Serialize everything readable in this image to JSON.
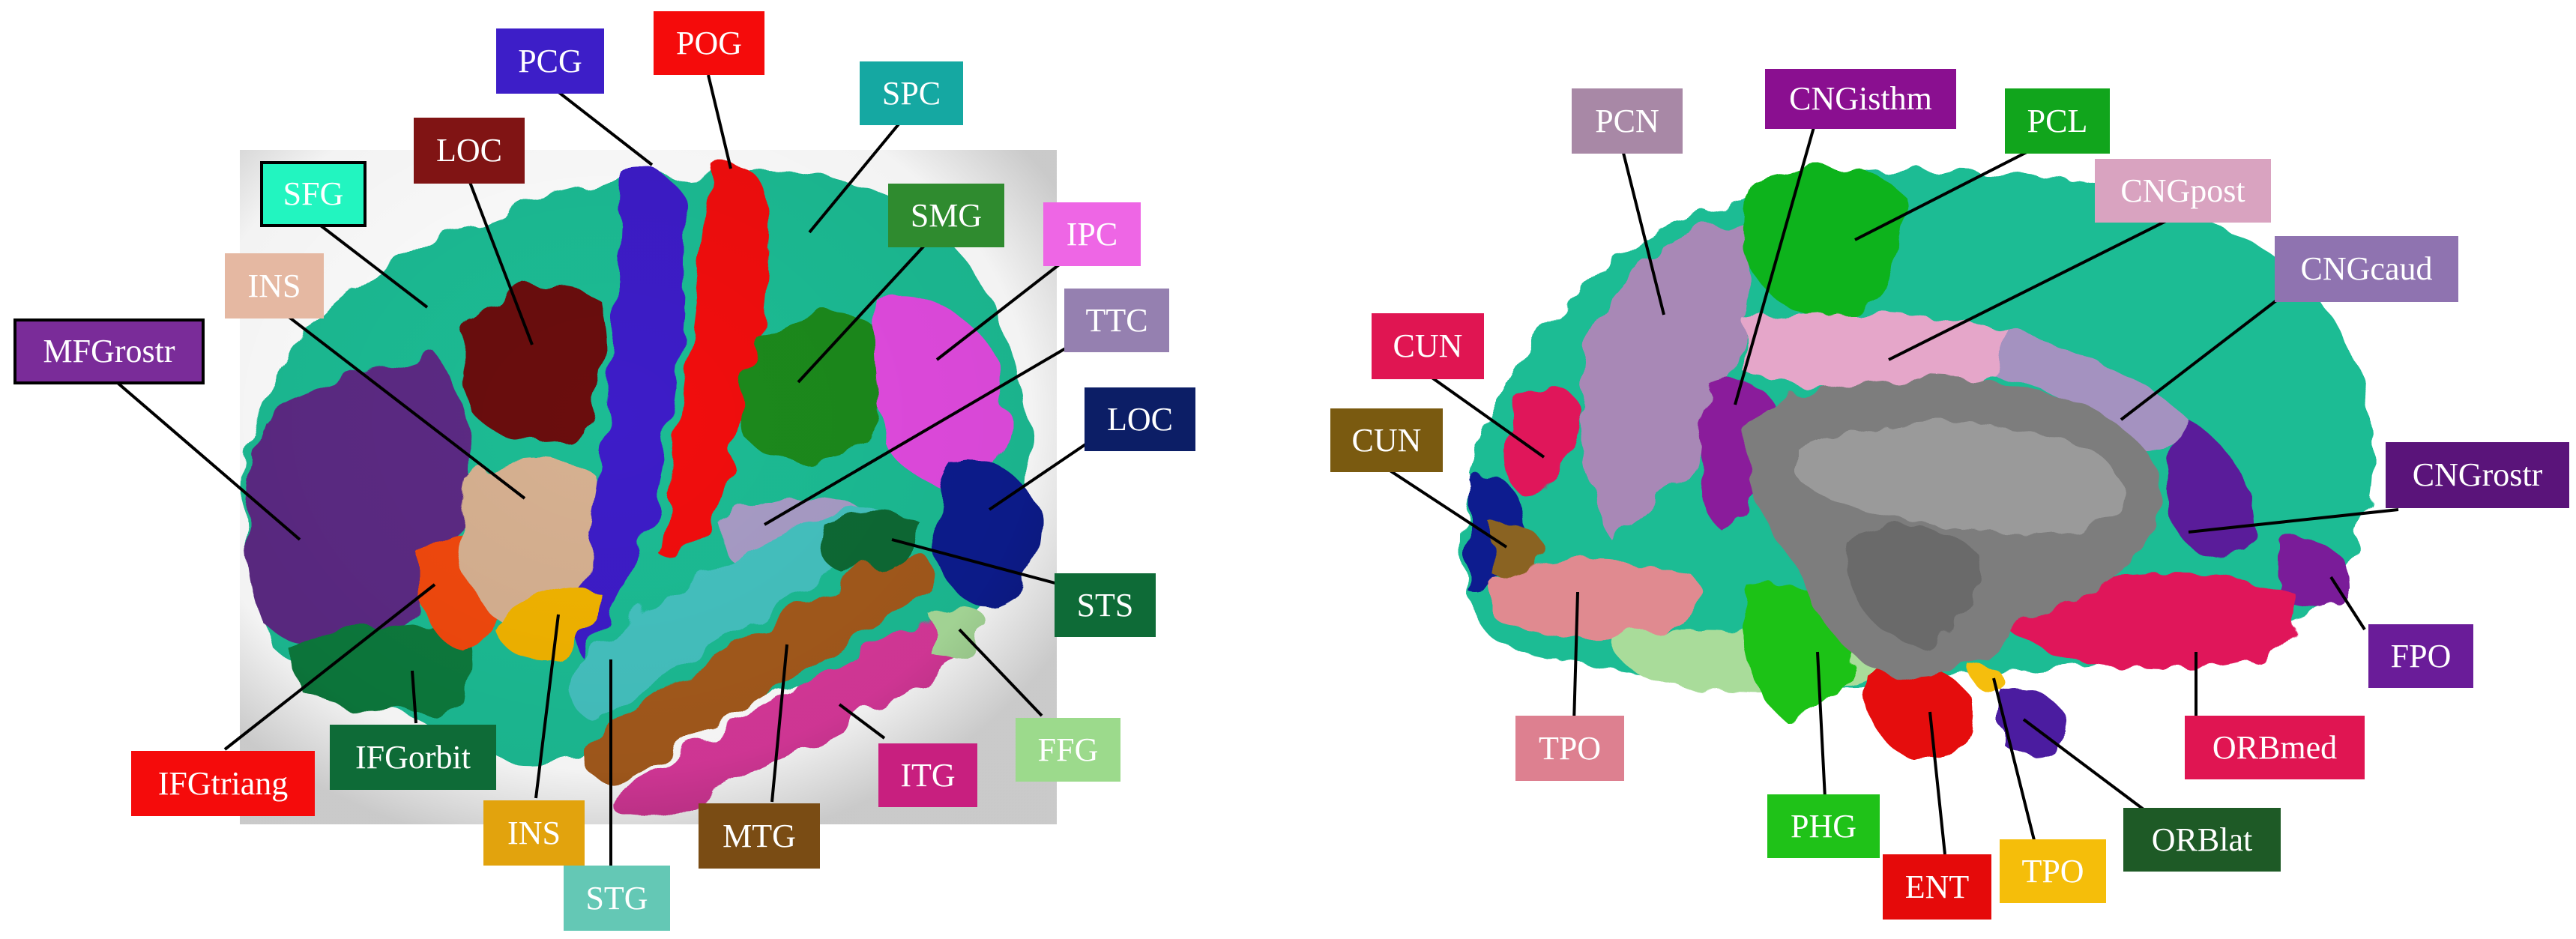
{
  "colors": {
    "background": "#ffffff",
    "leader_line": "#000000",
    "cortex_base": "#1abc94",
    "medial_gray": "#7d7d7d"
  },
  "lateral_view": {
    "labels": [
      {
        "id": "pcg",
        "text": "PCG",
        "bg": "#3d1ec8",
        "fg": "#ffffff"
      },
      {
        "id": "pog",
        "text": "POG",
        "bg": "#f50b0b",
        "fg": "#ffffff"
      },
      {
        "id": "spc",
        "text": "SPC",
        "bg": "#15a8a2",
        "fg": "#ffffff"
      },
      {
        "id": "loc_top",
        "text": "LOC",
        "bg": "#801414",
        "fg": "#ffffff"
      },
      {
        "id": "sfg",
        "text": "SFG",
        "bg": "#22f5c0",
        "fg": "#ffffff",
        "bordered": true
      },
      {
        "id": "smg",
        "text": "SMG",
        "bg": "#2f8b2f",
        "fg": "#ffffff"
      },
      {
        "id": "ipc",
        "text": "IPC",
        "bg": "#ee66e5",
        "fg": "#ffffff"
      },
      {
        "id": "ins_top",
        "text": "INS",
        "bg": "#e5b8a2",
        "fg": "#ffffff"
      },
      {
        "id": "ttc",
        "text": "TTC",
        "bg": "#9580b0",
        "fg": "#ffffff"
      },
      {
        "id": "mfgrostr",
        "text": "MFGrostr",
        "bg": "#7a2c99",
        "fg": "#ffffff",
        "bordered": true
      },
      {
        "id": "loc_right",
        "text": "LOC",
        "bg": "#0c1e66",
        "fg": "#ffffff"
      },
      {
        "id": "sts",
        "text": "STS",
        "bg": "#0e6b37",
        "fg": "#ffffff"
      },
      {
        "id": "ffg",
        "text": "FFG",
        "bg": "#9cda8c",
        "fg": "#ffffff"
      },
      {
        "id": "itg",
        "text": "ITG",
        "bg": "#c81f7f",
        "fg": "#ffffff"
      },
      {
        "id": "ifgtriang",
        "text": "IFGtriang",
        "bg": "#f50b0b",
        "fg": "#ffffff"
      },
      {
        "id": "ifgorbit",
        "text": "IFGorbit",
        "bg": "#0e6b37",
        "fg": "#ffffff"
      },
      {
        "id": "ins_bottom",
        "text": "INS",
        "bg": "#e2a30d",
        "fg": "#ffffff"
      },
      {
        "id": "mtg",
        "text": "MTG",
        "bg": "#7a4c14",
        "fg": "#ffffff"
      },
      {
        "id": "stg",
        "text": "STG",
        "bg": "#64c8b5",
        "fg": "#ffffff"
      }
    ]
  },
  "medial_view": {
    "labels": [
      {
        "id": "pcn",
        "text": "PCN",
        "bg": "#a888a6",
        "fg": "#ffffff"
      },
      {
        "id": "cngisthm",
        "text": "CNGisthm",
        "bg": "#8a0f90",
        "fg": "#ffffff"
      },
      {
        "id": "pcl",
        "text": "PCL",
        "bg": "#11a51c",
        "fg": "#ffffff"
      },
      {
        "id": "cngpost",
        "text": "CNGpost",
        "bg": "#d9a3c0",
        "fg": "#ffffff"
      },
      {
        "id": "cngcaud",
        "text": "CNGcaud",
        "bg": "#8f73b0",
        "fg": "#ffffff"
      },
      {
        "id": "cun_red",
        "text": "CUN",
        "bg": "#e01552",
        "fg": "#ffffff"
      },
      {
        "id": "cun_brown",
        "text": "CUN",
        "bg": "#7a5a10",
        "fg": "#ffffff"
      },
      {
        "id": "cngrostr",
        "text": "CNGrostr",
        "bg": "#5a147a",
        "fg": "#ffffff"
      },
      {
        "id": "fpo",
        "text": "FPO",
        "bg": "#6a1c99",
        "fg": "#ffffff"
      },
      {
        "id": "orbmed",
        "text": "ORBmed",
        "bg": "#e01552",
        "fg": "#ffffff"
      },
      {
        "id": "tpo_left",
        "text": "TPO",
        "bg": "#dd8090",
        "fg": "#ffffff"
      },
      {
        "id": "phg",
        "text": "PHG",
        "bg": "#1fc218",
        "fg": "#ffffff"
      },
      {
        "id": "orblat",
        "text": "ORBlat",
        "bg": "#1e5a26",
        "fg": "#ffffff"
      },
      {
        "id": "ent",
        "text": "ENT",
        "bg": "#e50a0a",
        "fg": "#ffffff"
      },
      {
        "id": "tpo_right",
        "text": "TPO",
        "bg": "#f5be0a",
        "fg": "#ffffff"
      }
    ]
  }
}
